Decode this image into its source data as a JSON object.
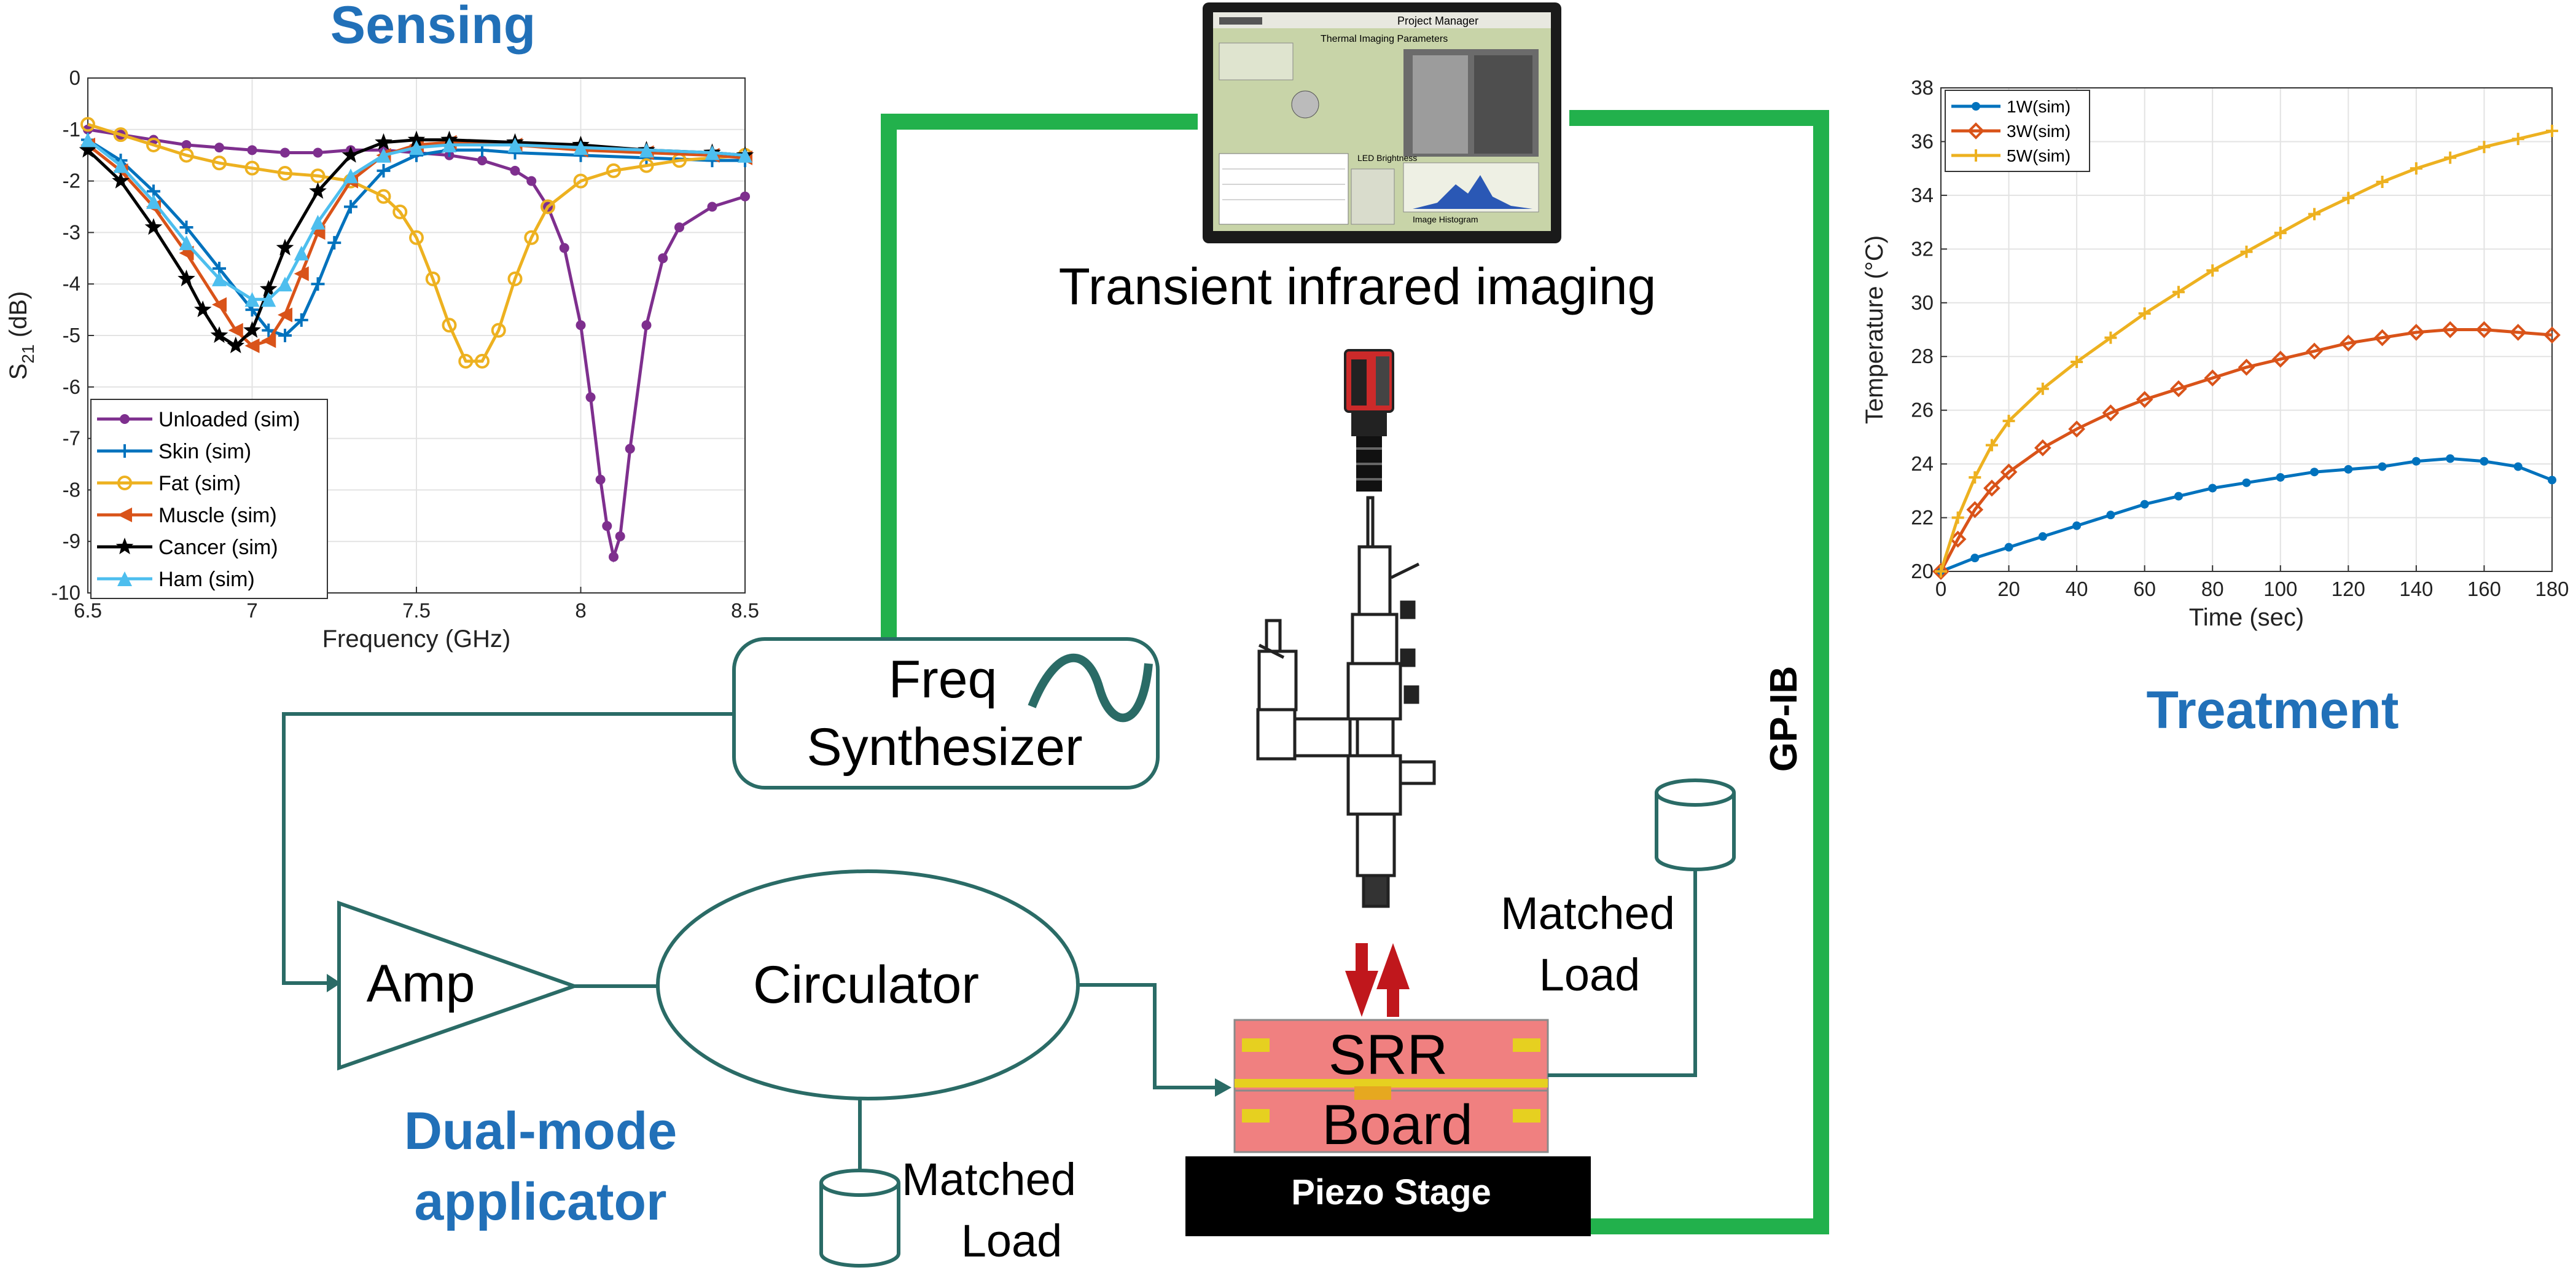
{
  "headings": {
    "sensing": "Sensing",
    "treatment": "Treatment",
    "dual_mode": [
      "Dual-mode",
      "applicator"
    ]
  },
  "block_labels": {
    "freq_synth": [
      "Freq",
      "Synthesizer"
    ],
    "amp": "Amp",
    "circulator": "Circulator",
    "matched_load_bottom": [
      "Matched",
      "Load"
    ],
    "matched_load_right": [
      "Matched",
      "Load"
    ],
    "srr": "SRR",
    "board": "Board",
    "piezo": "Piezo Stage",
    "gpib": "GP-IB",
    "imaging": "Transient infrared imaging"
  },
  "monitor": {
    "app_title": "Project Manager",
    "panel_title": "Thermal Imaging Parameters",
    "histogram_label": "Image Histogram",
    "led_label": "LED Brightness"
  },
  "colors": {
    "teal": "#2a6b66",
    "green": "#22b14c",
    "heading_blue": "#2170b8",
    "srr_pink": "#f08080",
    "arrow_red": "#c0171c"
  },
  "chart_data": [
    {
      "type": "line",
      "xlabel": "Frequency (GHz)",
      "ylabel": "S21 (dB)",
      "ylabel_main": "S",
      "ylabel_sub": "21",
      "ylabel_unit": " (dB)",
      "xlim": [
        6.5,
        8.5
      ],
      "ylim": [
        -10,
        0
      ],
      "x_ticks": [
        "6.5",
        "7",
        "7.5",
        "8",
        "8.5"
      ],
      "y_ticks": [
        "0",
        "-1",
        "-2",
        "-3",
        "-4",
        "-5",
        "-6",
        "-7",
        "-8",
        "-9",
        "-10"
      ],
      "grid": true,
      "legend": "bottom-left",
      "series": [
        {
          "name": "Unloaded (sim)",
          "color": "#7e2f8e",
          "marker": "circle",
          "x": [
            6.5,
            6.6,
            6.7,
            6.8,
            6.9,
            7.0,
            7.1,
            7.2,
            7.3,
            7.4,
            7.5,
            7.6,
            7.7,
            7.8,
            7.85,
            7.9,
            7.95,
            8.0,
            8.03,
            8.06,
            8.08,
            8.1,
            8.12,
            8.15,
            8.2,
            8.25,
            8.3,
            8.4,
            8.5
          ],
          "y": [
            -1.0,
            -1.1,
            -1.2,
            -1.3,
            -1.35,
            -1.4,
            -1.45,
            -1.45,
            -1.4,
            -1.4,
            -1.45,
            -1.5,
            -1.6,
            -1.8,
            -2.0,
            -2.5,
            -3.3,
            -4.8,
            -6.2,
            -7.8,
            -8.7,
            -9.3,
            -8.9,
            -7.2,
            -4.8,
            -3.5,
            -2.9,
            -2.5,
            -2.3
          ]
        },
        {
          "name": "Skin (sim)",
          "color": "#0072bd",
          "marker": "plus",
          "x": [
            6.5,
            6.6,
            6.7,
            6.8,
            6.9,
            7.0,
            7.05,
            7.1,
            7.15,
            7.2,
            7.25,
            7.3,
            7.4,
            7.5,
            7.6,
            7.7,
            7.8,
            8.0,
            8.2,
            8.4,
            8.5
          ],
          "y": [
            -1.2,
            -1.6,
            -2.2,
            -2.9,
            -3.7,
            -4.5,
            -4.9,
            -5.0,
            -4.7,
            -4.0,
            -3.2,
            -2.5,
            -1.8,
            -1.5,
            -1.4,
            -1.4,
            -1.45,
            -1.5,
            -1.55,
            -1.6,
            -1.6
          ]
        },
        {
          "name": "Fat (sim)",
          "color": "#edb120",
          "marker": "circle-open",
          "x": [
            6.5,
            6.6,
            6.7,
            6.8,
            6.9,
            7.0,
            7.1,
            7.2,
            7.3,
            7.4,
            7.45,
            7.5,
            7.55,
            7.6,
            7.65,
            7.7,
            7.75,
            7.8,
            7.85,
            7.9,
            8.0,
            8.1,
            8.2,
            8.3,
            8.5
          ],
          "y": [
            -0.9,
            -1.1,
            -1.3,
            -1.5,
            -1.65,
            -1.75,
            -1.85,
            -1.9,
            -2.0,
            -2.3,
            -2.6,
            -3.1,
            -3.9,
            -4.8,
            -5.5,
            -5.5,
            -4.9,
            -3.9,
            -3.1,
            -2.5,
            -2.0,
            -1.8,
            -1.7,
            -1.6,
            -1.5
          ]
        },
        {
          "name": "Muscle (sim)",
          "color": "#d95319",
          "marker": "triangle-left",
          "x": [
            6.5,
            6.6,
            6.7,
            6.8,
            6.9,
            6.95,
            7.0,
            7.05,
            7.1,
            7.15,
            7.2,
            7.3,
            7.4,
            7.5,
            7.6,
            7.8,
            8.0,
            8.2,
            8.4,
            8.5
          ],
          "y": [
            -1.3,
            -1.8,
            -2.5,
            -3.4,
            -4.4,
            -4.9,
            -5.2,
            -5.1,
            -4.6,
            -3.8,
            -3.0,
            -2.0,
            -1.5,
            -1.3,
            -1.25,
            -1.3,
            -1.4,
            -1.45,
            -1.5,
            -1.55
          ]
        },
        {
          "name": "Cancer (sim)",
          "color": "#000000",
          "marker": "star",
          "x": [
            6.5,
            6.6,
            6.7,
            6.8,
            6.85,
            6.9,
            6.95,
            7.0,
            7.05,
            7.1,
            7.2,
            7.3,
            7.4,
            7.5,
            7.6,
            7.8,
            8.0,
            8.2,
            8.4,
            8.5
          ],
          "y": [
            -1.4,
            -2.0,
            -2.9,
            -3.9,
            -4.5,
            -5.0,
            -5.2,
            -4.9,
            -4.1,
            -3.3,
            -2.2,
            -1.5,
            -1.25,
            -1.2,
            -1.2,
            -1.25,
            -1.3,
            -1.4,
            -1.45,
            -1.5
          ]
        },
        {
          "name": "Ham (sim)",
          "color": "#4dbeee",
          "marker": "triangle-up",
          "x": [
            6.5,
            6.6,
            6.7,
            6.8,
            6.9,
            7.0,
            7.05,
            7.1,
            7.15,
            7.2,
            7.3,
            7.4,
            7.5,
            7.6,
            7.8,
            8.0,
            8.2,
            8.4,
            8.5
          ],
          "y": [
            -1.2,
            -1.7,
            -2.4,
            -3.2,
            -3.9,
            -4.3,
            -4.3,
            -4.0,
            -3.4,
            -2.8,
            -1.9,
            -1.5,
            -1.35,
            -1.3,
            -1.3,
            -1.35,
            -1.4,
            -1.45,
            -1.5
          ]
        }
      ]
    },
    {
      "type": "line",
      "xlabel": "Time (sec)",
      "ylabel": "Temperature (°C)",
      "xlim": [
        0,
        180
      ],
      "ylim": [
        20,
        38
      ],
      "x_ticks": [
        "0",
        "20",
        "40",
        "60",
        "80",
        "100",
        "120",
        "140",
        "160",
        "180"
      ],
      "y_ticks": [
        "20",
        "22",
        "24",
        "26",
        "28",
        "30",
        "32",
        "34",
        "36",
        "38"
      ],
      "grid": true,
      "legend": "top-left",
      "series": [
        {
          "name": "1W(sim)",
          "color": "#0072bd",
          "marker": "dot",
          "x": [
            0,
            10,
            20,
            30,
            40,
            50,
            60,
            70,
            80,
            90,
            100,
            110,
            120,
            130,
            140,
            150,
            160,
            170,
            180
          ],
          "y": [
            20.0,
            20.5,
            20.9,
            21.3,
            21.7,
            22.1,
            22.5,
            22.8,
            23.1,
            23.3,
            23.5,
            23.7,
            23.8,
            23.9,
            24.1,
            24.2,
            24.1,
            23.9,
            23.4
          ]
        },
        {
          "name": "3W(sim)",
          "color": "#d95319",
          "marker": "diamond",
          "x": [
            0,
            5,
            10,
            15,
            20,
            30,
            40,
            50,
            60,
            70,
            80,
            90,
            100,
            110,
            120,
            130,
            140,
            150,
            160,
            170,
            180
          ],
          "y": [
            20.0,
            21.2,
            22.3,
            23.1,
            23.7,
            24.6,
            25.3,
            25.9,
            26.4,
            26.8,
            27.2,
            27.6,
            27.9,
            28.2,
            28.5,
            28.7,
            28.9,
            29.0,
            29.0,
            28.9,
            28.8
          ]
        },
        {
          "name": "5W(sim)",
          "color": "#edb120",
          "marker": "plus",
          "x": [
            0,
            5,
            10,
            15,
            20,
            30,
            40,
            50,
            60,
            70,
            80,
            90,
            100,
            110,
            120,
            130,
            140,
            150,
            160,
            170,
            180
          ],
          "y": [
            20.0,
            22.0,
            23.5,
            24.7,
            25.6,
            26.8,
            27.8,
            28.7,
            29.6,
            30.4,
            31.2,
            31.9,
            32.6,
            33.3,
            33.9,
            34.5,
            35.0,
            35.4,
            35.8,
            36.1,
            36.4
          ]
        }
      ]
    }
  ]
}
